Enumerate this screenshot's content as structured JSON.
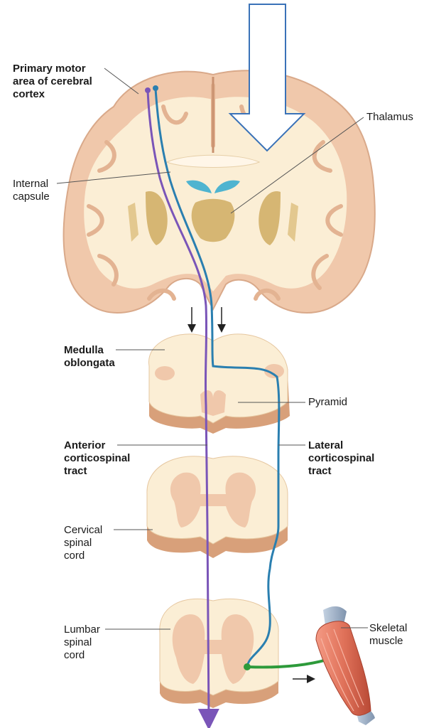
{
  "labels": {
    "primary_motor": "Primary motor\narea of cerebral\ncortex",
    "thalamus": "Thalamus",
    "internal_capsule": "Internal\ncapsule",
    "medulla": "Medulla\noblongata",
    "pyramid": "Pyramid",
    "anterior_tract": "Anterior\ncorticospinal\ntract",
    "lateral_tract": "Lateral\ncorticospinal\ntract",
    "cervical": "Cervical\nspinal\ncord",
    "lumbar": "Lumbar\nspinal\ncord",
    "skeletal_muscle": "Skeletal\nmuscle"
  },
  "colors": {
    "cortex_gray": "#f0c8ab",
    "white_matter": "#fbeed5",
    "nuclei": "#d6b673",
    "ventricle": "#4fb4d0",
    "cord_edge": "#d8a07a",
    "lateral_tract": "#2a7fb0",
    "anterior_tract": "#7a55b8",
    "lower_motor_neuron": "#2d9a3a",
    "muscle": "#e0725a",
    "outline_arrow": "#3a72b8"
  }
}
